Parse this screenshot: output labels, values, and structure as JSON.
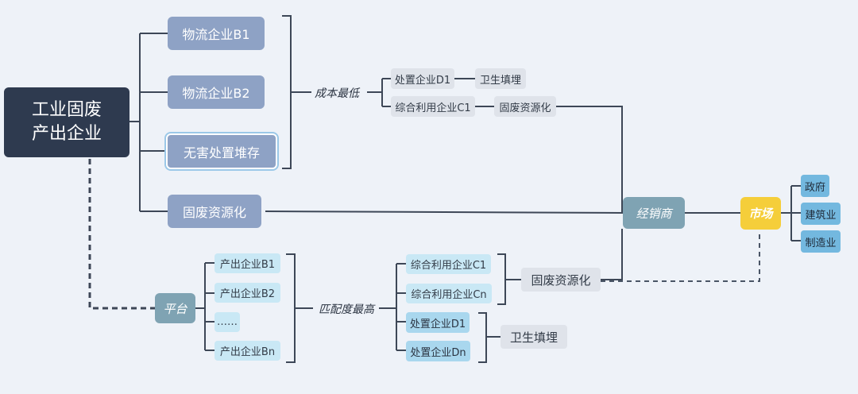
{
  "root": {
    "line1": "工业固废",
    "line2": "产出企业"
  },
  "level1": {
    "logistics_b1": "物流企业B1",
    "logistics_b2": "物流企业B2",
    "harmless": "无害处置堆存",
    "resource": "固废资源化"
  },
  "lowest_cost": {
    "label": "成本最低",
    "disposal_d1": "处置企业D1",
    "landfill": "卫生填埋",
    "utilization_c1": "综合利用企业C1",
    "resource": "固废资源化"
  },
  "distributor": "经销商",
  "market": "市场",
  "market_sectors": [
    "政府",
    "建筑业",
    "制造业"
  ],
  "platform": "平台",
  "platform_producers": [
    "产出企业B1",
    "产出企业B2",
    "……",
    "产出企业Bn"
  ],
  "best_match": {
    "label": "匹配度最高",
    "utilization_c1": "综合利用企业C1",
    "utilization_cn": "综合利用企业Cn",
    "resource": "固废资源化",
    "disposal_d1": "处置企业D1",
    "disposal_dn": "处置企业Dn",
    "landfill": "卫生填埋"
  },
  "colors": {
    "root": "#2e3a4f",
    "level1": "#8ea2c5",
    "distributor": "#7fa3b3",
    "market": "#f5ce3a",
    "sector": "#73b8df",
    "line": "#3d4757"
  }
}
